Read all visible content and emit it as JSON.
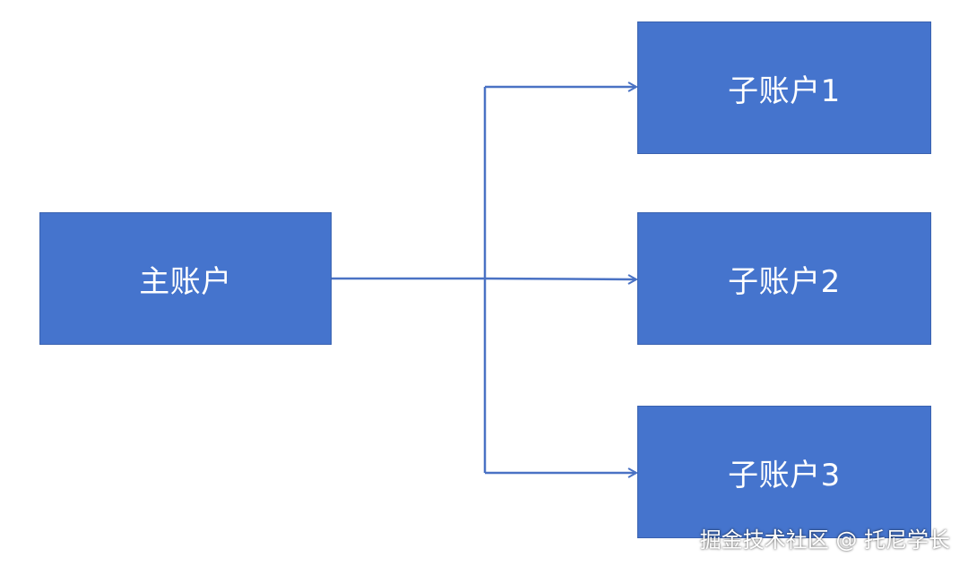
{
  "diagram": {
    "main_account": {
      "label": "主账户"
    },
    "sub_accounts": [
      {
        "label": "子账户1"
      },
      {
        "label": "子账户2"
      },
      {
        "label": "子账户3"
      }
    ],
    "colors": {
      "box_fill": "#4574CD",
      "connector": "#4A72C4",
      "text": "#ffffff"
    }
  },
  "watermark": {
    "text": "掘金技术社区 @ 托尼学长"
  }
}
